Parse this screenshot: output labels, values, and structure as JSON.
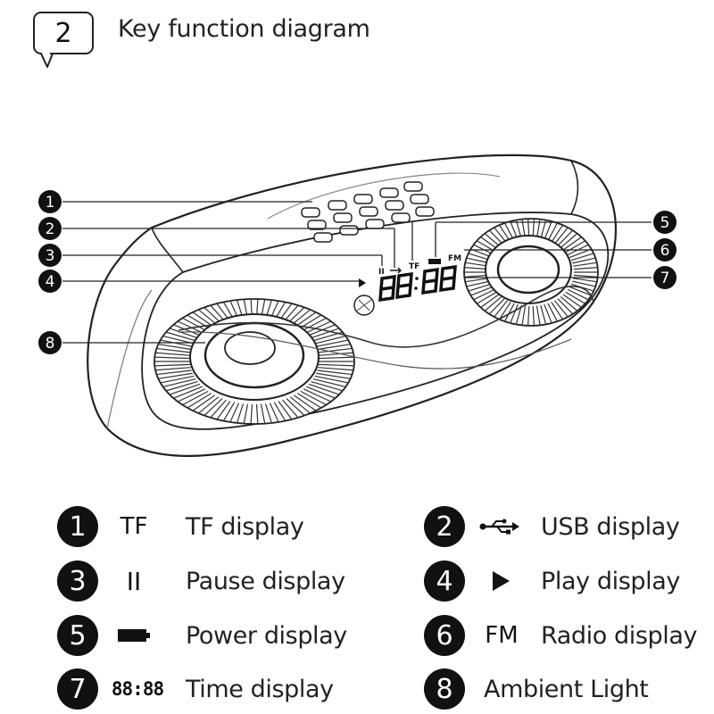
{
  "header": {
    "step_number": "2",
    "title": "Key function diagram"
  },
  "diagram": {
    "callouts": [
      "1",
      "2",
      "3",
      "4",
      "5",
      "6",
      "7",
      "8"
    ],
    "display_markings": {
      "tf": "TF",
      "fm": "FM",
      "digits": "88:88"
    }
  },
  "legend": {
    "items": [
      {
        "number": "1",
        "symbol": "TF",
        "symbol_icon": "tf-text-icon",
        "label": "TF display"
      },
      {
        "number": "2",
        "symbol": "",
        "symbol_icon": "usb-icon",
        "label": "USB display"
      },
      {
        "number": "3",
        "symbol": "II",
        "symbol_icon": "pause-icon",
        "label": "Pause display"
      },
      {
        "number": "4",
        "symbol": "",
        "symbol_icon": "play-icon",
        "label": "Play display"
      },
      {
        "number": "5",
        "symbol": "",
        "symbol_icon": "battery-icon",
        "label": "Power display"
      },
      {
        "number": "6",
        "symbol": "FM",
        "symbol_icon": "fm-text-icon",
        "label": "Radio display"
      },
      {
        "number": "7",
        "symbol": "88:88",
        "symbol_icon": "time-digits-icon",
        "label": "Time display"
      },
      {
        "number": "8",
        "symbol": "",
        "symbol_icon": "",
        "label": "Ambient Light"
      }
    ]
  },
  "colors": {
    "ink": "#111111",
    "line": "#333333",
    "background": "#ffffff"
  }
}
